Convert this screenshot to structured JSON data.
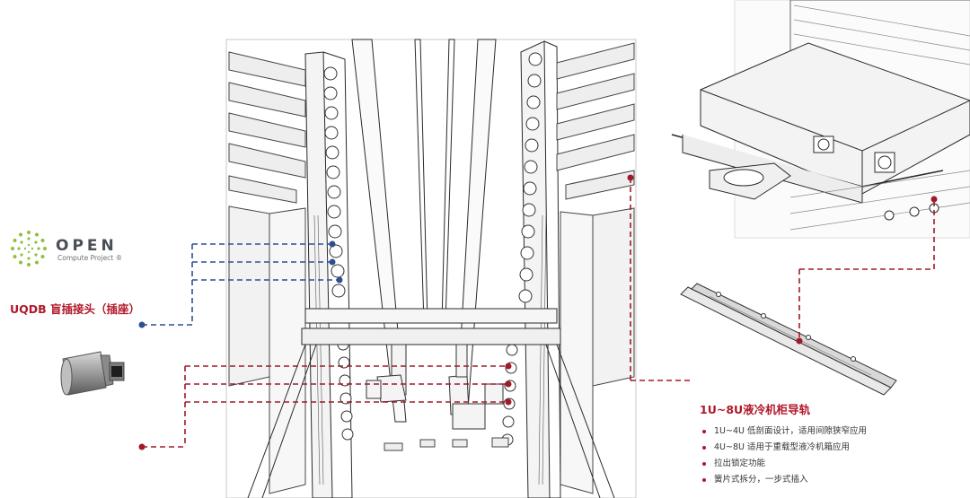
{
  "logo": {
    "word": "OPEN",
    "subtitle": "Compute Project ®",
    "icon": "ocp-dotted-circle-icon"
  },
  "uqdb": {
    "title": "UQDB 盲插接头（插座）"
  },
  "rail": {
    "title": "1U~8U液冷机柜导轨",
    "features": [
      "1U~4U 低剖面设计，适用间隙狭窄应用",
      "4U~8U 适用于重载型液冷机箱应用",
      "拉出锁定功能",
      "簧片式拆分，一步式插入"
    ]
  },
  "colors": {
    "accent_red": "#b0182a",
    "line_blue": "#2f4f8f",
    "line_red": "#a01a2a",
    "sketch": "#2a2a2a"
  }
}
